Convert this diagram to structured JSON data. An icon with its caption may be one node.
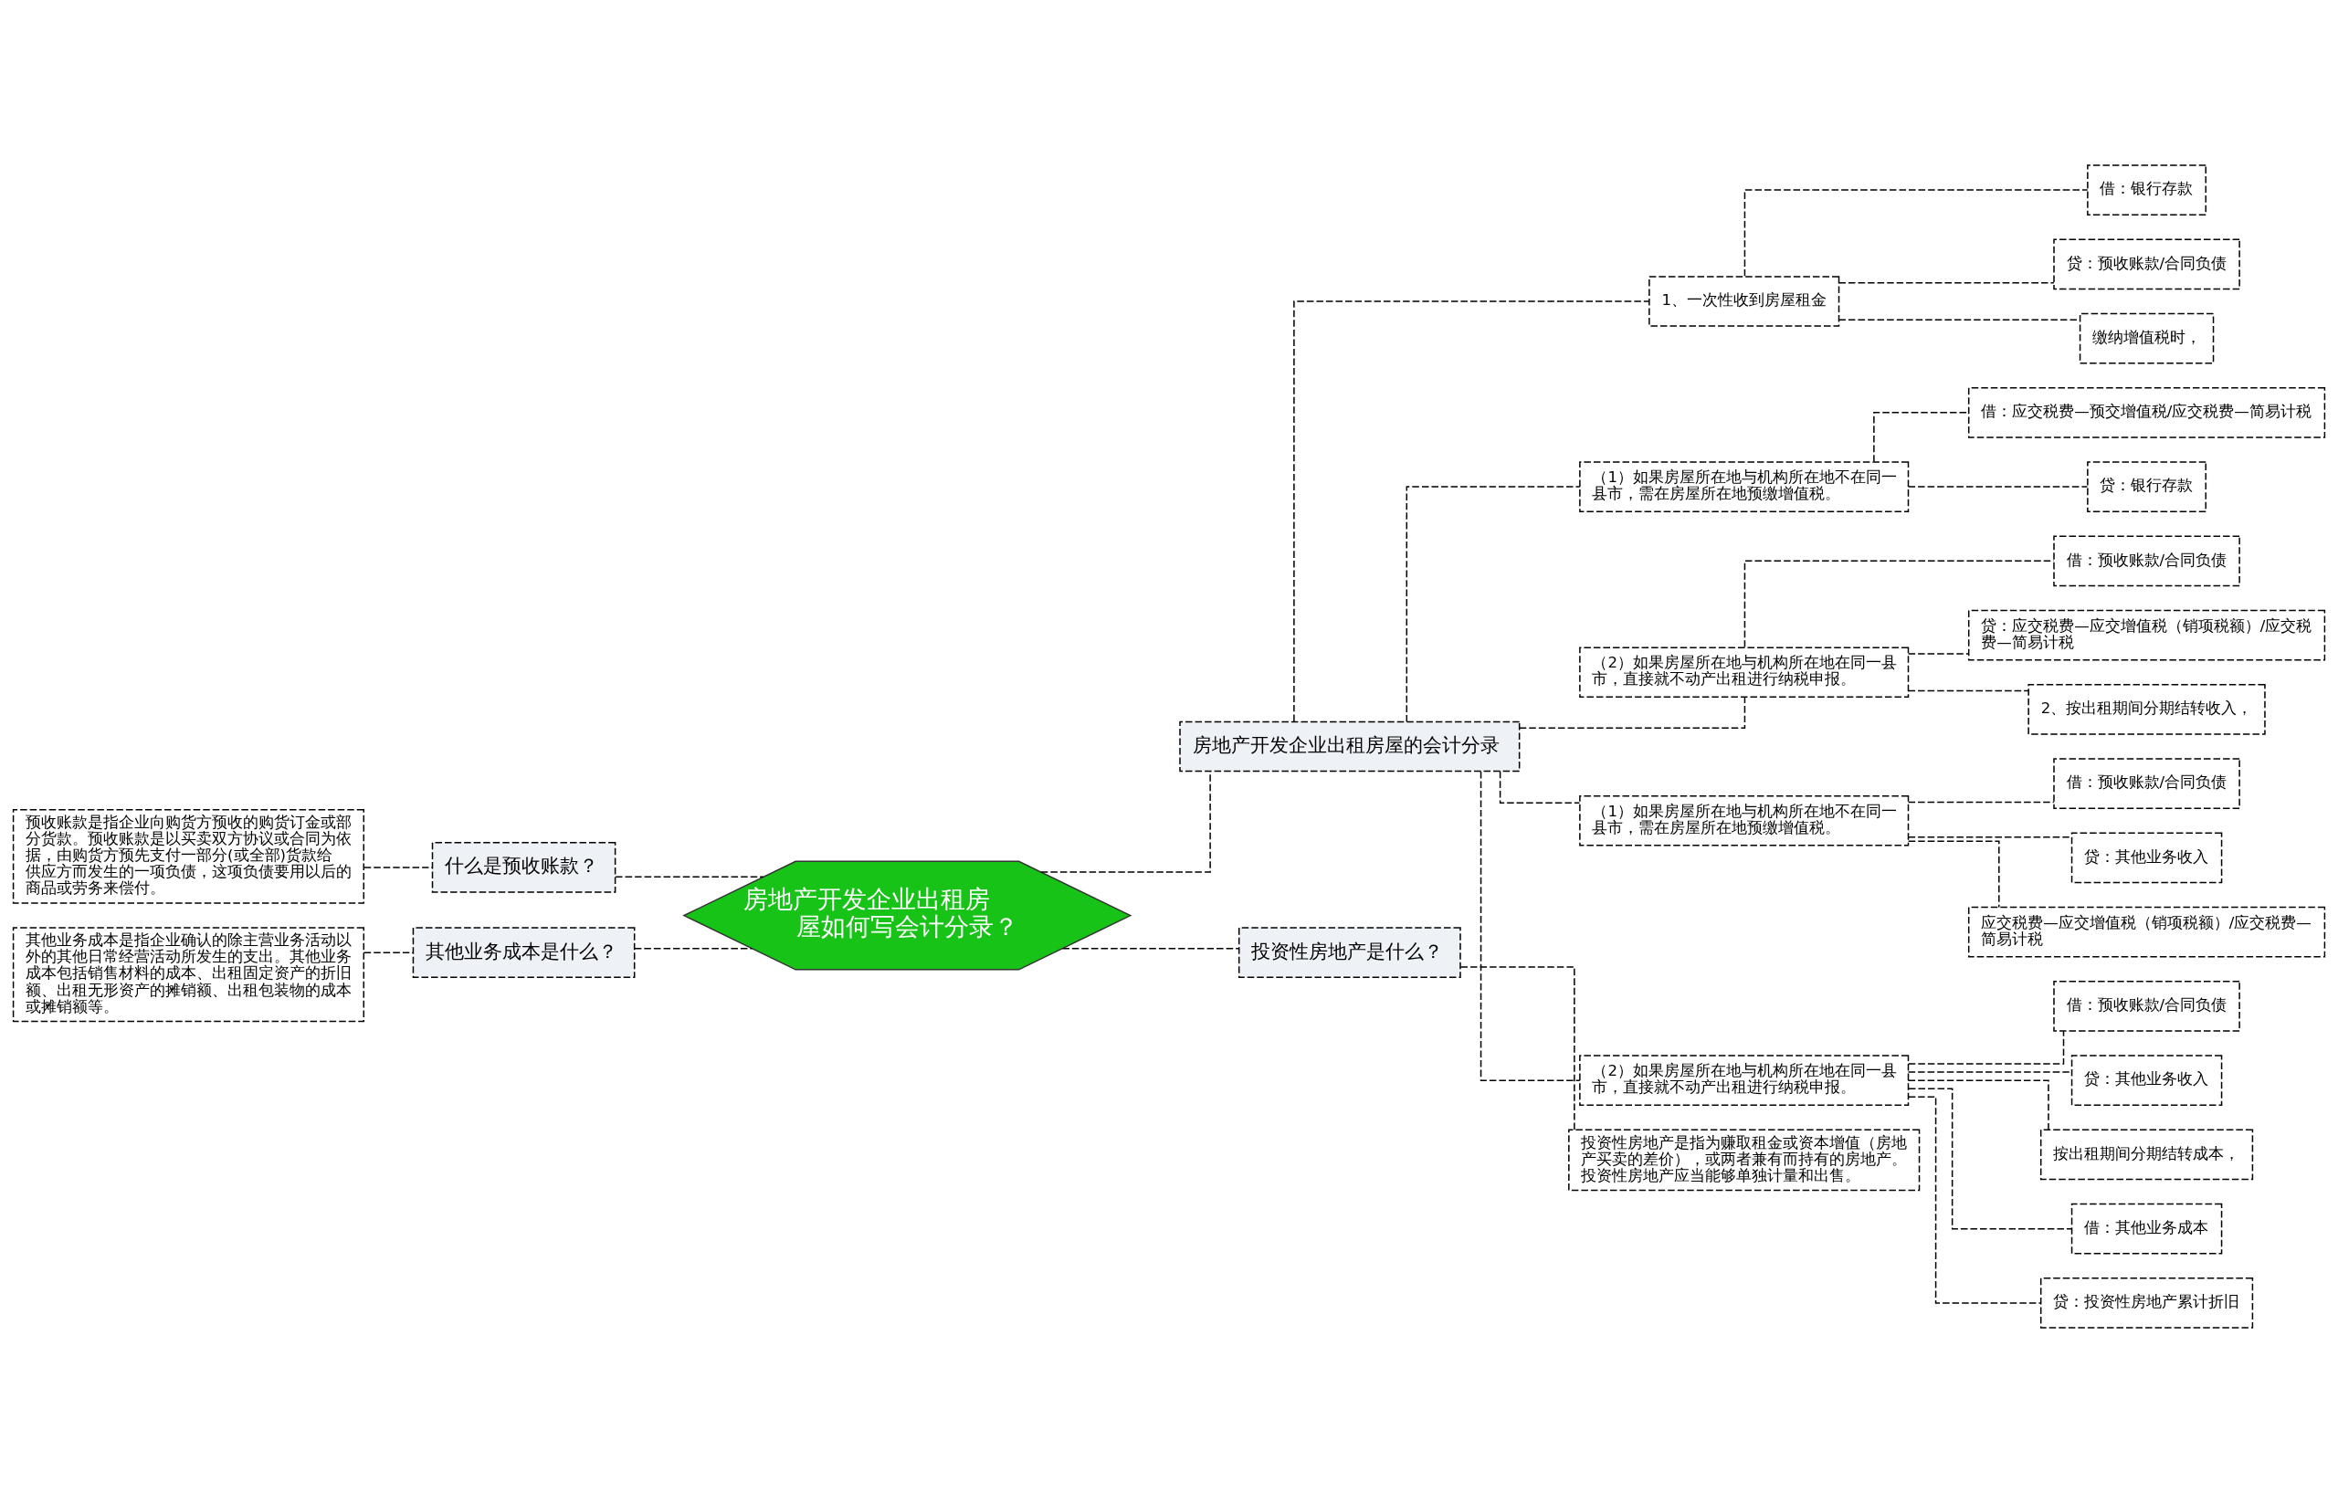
{
  "diagram": {
    "nodes": [
      {
        "text": [
          "房地产开发企业出租房屋如何写会计分录？"
        ]
      },
      {
        "text": [
          "房地产开发企业出租房屋的会计分录"
        ]
      },
      {
        "text": [
          "1、一次性收到房屋租金"
        ]
      },
      {
        "text": [
          "借：银行存款"
        ]
      },
      {
        "text": [
          "贷：预收账款/合同负债"
        ]
      },
      {
        "text": [
          "缴纳增值税时，"
        ]
      },
      {
        "text": [
          "（1）如果房屋所在地与机构所在地不在同一县市，需在房屋所在地预缴增值税。"
        ]
      },
      {
        "text": [
          "借：应交税费—预交增值税/应交税费—简易计税"
        ]
      },
      {
        "text": [
          "贷：银行存款"
        ]
      },
      {
        "text": [
          "（2）如果房屋所在地与机构所在地在同一县市，直接就不动产出租进行纳税申报。"
        ]
      },
      {
        "text": [
          "借：预收账款/合同负债"
        ]
      },
      {
        "text": [
          "贷：应交税费—应交增值税（销项税额）/应交税费—简易计税"
        ]
      },
      {
        "text": [
          "2、按出租期间分期结转收入，"
        ]
      },
      {
        "text": [
          "（1）如果房屋所在地与机构所在地不在同一县市，需在房屋所在地预缴增值税。"
        ]
      },
      {
        "text": [
          "借：预收账款/合同负债"
        ]
      },
      {
        "text": [
          "贷：其他业务收入"
        ]
      },
      {
        "text": [
          "应交税费—应交增值税（销项税额）/应交税费—简易计税"
        ]
      },
      {
        "text": [
          "（2）如果房屋所在地与机构所在地在同一县市，直接就不动产出租进行纳税申报。"
        ]
      },
      {
        "text": [
          "借：预收账款/合同负债"
        ]
      },
      {
        "text": [
          "贷：其他业务收入"
        ]
      },
      {
        "text": [
          "按出租期间分期结转成本，"
        ]
      },
      {
        "text": [
          "借：其他业务成本"
        ]
      },
      {
        "text": [
          "贷：投资性房地产累计折旧"
        ]
      },
      {
        "text": [
          "投资性房地产是什么？"
        ]
      },
      {
        "text": [
          "投资性房地产是指为赚取租金或资本增值（房地产买卖的差价），或两者兼有而持有的房地产。投资性房地产应当能够单独计量和出售。"
        ]
      },
      {
        "text": [
          "什么是预收账款？"
        ]
      },
      {
        "text": [
          "预收账款是指企业向购货方预收的购货订金或部分货款。预收账款是以买卖双方协议或合同为依据，由购货方预先支付一部分(或全部)货款给供应方而发生的一项负债，这项负债要用以后的商品或劳务来偿付。"
        ]
      },
      {
        "text": [
          "其他业务成本是什么？"
        ]
      },
      {
        "text": [
          "其他业务成本是指企业确认的除主营业务活动以外的其他日常经营活动所发生的支出。其他业务成本包括销售材料的成本、出租固定资产的折旧额、出租无形资产的摊销额、出租包装物的成本或摊销额等。"
        ]
      }
    ],
    "edges": [
      {
        "from": 0,
        "to": 1,
        "arrow": "none",
        "style": "dashed"
      },
      {
        "from": 1,
        "to": 2,
        "arrow": "none",
        "style": "dashed"
      },
      {
        "from": 2,
        "to": 3,
        "arrow": "none",
        "style": "dashed"
      },
      {
        "from": 2,
        "to": 4,
        "arrow": "none",
        "style": "dashed"
      },
      {
        "from": 2,
        "to": 5,
        "arrow": "none",
        "style": "dashed"
      },
      {
        "from": 1,
        "to": 6,
        "arrow": "none",
        "style": "dashed"
      },
      {
        "from": 6,
        "to": 7,
        "arrow": "none",
        "style": "dashed"
      },
      {
        "from": 6,
        "to": 8,
        "arrow": "none",
        "style": "dashed"
      },
      {
        "from": 1,
        "to": 9,
        "arrow": "none",
        "style": "dashed"
      },
      {
        "from": 9,
        "to": 10,
        "arrow": "none",
        "style": "dashed"
      },
      {
        "from": 9,
        "to": 11,
        "arrow": "none",
        "style": "dashed"
      },
      {
        "from": 9,
        "to": 12,
        "arrow": "none",
        "style": "dashed"
      },
      {
        "from": 1,
        "to": 13,
        "arrow": "none",
        "style": "dashed"
      },
      {
        "from": 13,
        "to": 14,
        "arrow": "none",
        "style": "dashed"
      },
      {
        "from": 13,
        "to": 15,
        "arrow": "none",
        "style": "dashed"
      },
      {
        "from": 13,
        "to": 16,
        "arrow": "none",
        "style": "dashed"
      },
      {
        "from": 1,
        "to": 17,
        "arrow": "none",
        "style": "dashed"
      },
      {
        "from": 17,
        "to": 18,
        "arrow": "none",
        "style": "dashed"
      },
      {
        "from": 17,
        "to": 19,
        "arrow": "none",
        "style": "dashed"
      },
      {
        "from": 17,
        "to": 20,
        "arrow": "none",
        "style": "dashed"
      },
      {
        "from": 17,
        "to": 21,
        "arrow": "none",
        "style": "dashed"
      },
      {
        "from": 17,
        "to": 22,
        "arrow": "none",
        "style": "dashed"
      },
      {
        "from": 0,
        "to": 23,
        "arrow": "none",
        "style": "dashed"
      },
      {
        "from": 23,
        "to": 24,
        "arrow": "none",
        "style": "dashed"
      },
      {
        "from": 0,
        "to": 25,
        "arrow": "none",
        "style": "dashed"
      },
      {
        "from": 25,
        "to": 26,
        "arrow": "none",
        "style": "dashed"
      },
      {
        "from": 0,
        "to": 27,
        "arrow": "none",
        "style": "dashed"
      },
      {
        "from": 27,
        "to": 28,
        "arrow": "none",
        "style": "dashed"
      }
    ]
  }
}
